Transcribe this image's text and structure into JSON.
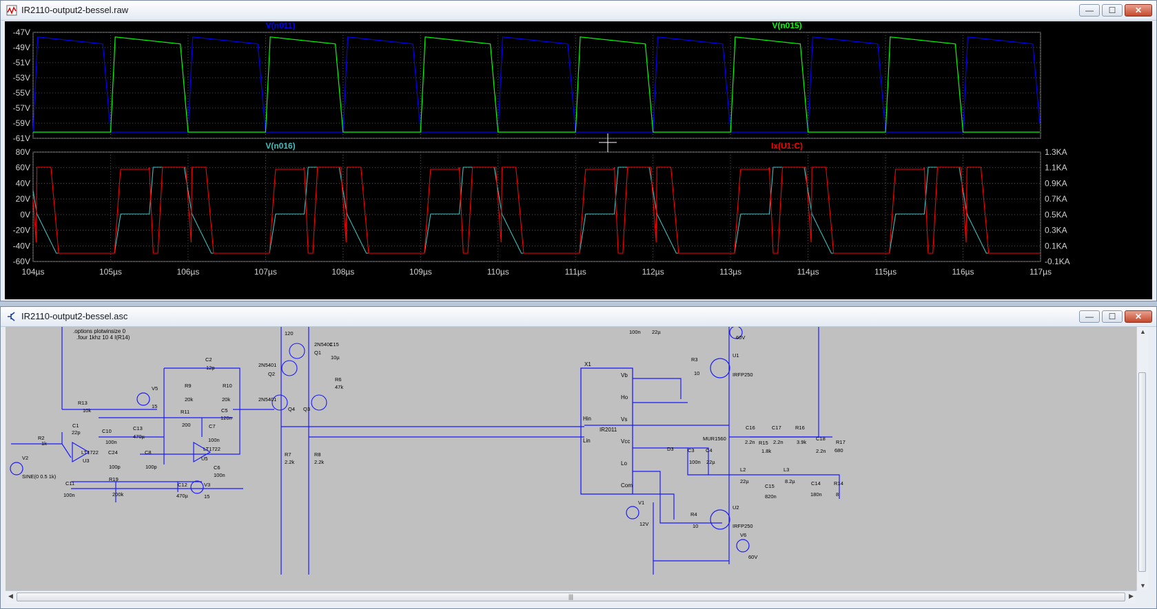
{
  "plot_window": {
    "title": "IR2110-output2-bessel.raw",
    "buttons": {
      "minimize": "—",
      "maximize": "☐",
      "close": "✕"
    },
    "top_pane": {
      "traces": [
        {
          "name": "V(n011)",
          "color": "#0000ff"
        },
        {
          "name": "V(n015)",
          "color": "#00ff00"
        }
      ],
      "y_ticks": [
        "-47V",
        "-49V",
        "-51V",
        "-53V",
        "-55V",
        "-57V",
        "-59V",
        "-61V"
      ]
    },
    "bottom_pane": {
      "traces": [
        {
          "name": "V(n016)",
          "color": "#3fbfbf"
        },
        {
          "name": "Ix(U1:C)",
          "color": "#ff0000"
        }
      ],
      "y_ticks_left": [
        "80V",
        "60V",
        "40V",
        "20V",
        "0V",
        "-20V",
        "-40V",
        "-60V"
      ],
      "y_ticks_right": [
        "1.3KA",
        "1.1KA",
        "0.9KA",
        "0.7KA",
        "0.5KA",
        "0.3KA",
        "0.1KA",
        "-0.1KA"
      ]
    },
    "x_ticks": [
      "104µs",
      "105µs",
      "106µs",
      "107µs",
      "108µs",
      "109µs",
      "110µs",
      "111µs",
      "112µs",
      "113µs",
      "114µs",
      "115µs",
      "116µs",
      "117µs"
    ]
  },
  "schematic_window": {
    "title": "IR2110-output2-bessel.asc",
    "buttons": {
      "minimize": "—",
      "maximize": "☐",
      "close": "✕"
    },
    "directives": [
      ".options plotwinsize 0",
      ".four 1khz 10 4 I(R14)"
    ],
    "ic": {
      "ref": "X1",
      "part": "IR2011",
      "pins_left": [
        "Hin",
        "Lin"
      ],
      "pins_right": [
        "Vb",
        "Ho",
        "Vs",
        "Vcc",
        "Lo",
        "Com"
      ]
    },
    "labels": [
      {
        "t": "R13"
      },
      {
        "t": "10k"
      },
      {
        "t": "C1"
      },
      {
        "t": "22p"
      },
      {
        "t": "R2"
      },
      {
        "t": "1k"
      },
      {
        "t": "V2"
      },
      {
        "t": "SINE(0 0.5 1k)"
      },
      {
        "t": "C11"
      },
      {
        "t": "100n"
      },
      {
        "t": "LT1722"
      },
      {
        "t": "U3"
      },
      {
        "t": "C10"
      },
      {
        "t": "100n"
      },
      {
        "t": "C13"
      },
      {
        "t": "470µ"
      },
      {
        "t": "C24"
      },
      {
        "t": "100p"
      },
      {
        "t": "C8"
      },
      {
        "t": "100p"
      },
      {
        "t": "R19"
      },
      {
        "t": "200k"
      },
      {
        "t": "C12"
      },
      {
        "t": "470µ"
      },
      {
        "t": "V5"
      },
      {
        "t": "15"
      },
      {
        "t": "R9"
      },
      {
        "t": "20k"
      },
      {
        "t": "R10"
      },
      {
        "t": "20k"
      },
      {
        "t": "C2"
      },
      {
        "t": "12p"
      },
      {
        "t": "R11"
      },
      {
        "t": "200"
      },
      {
        "t": "C7"
      },
      {
        "t": "100n"
      },
      {
        "t": "C5"
      },
      {
        "t": "120n"
      },
      {
        "t": "LT1722"
      },
      {
        "t": "U5"
      },
      {
        "t": "V3"
      },
      {
        "t": "15"
      },
      {
        "t": "C6"
      },
      {
        "t": "100n"
      },
      {
        "t": "120"
      },
      {
        "t": "2N5401"
      },
      {
        "t": "Q1"
      },
      {
        "t": "C15"
      },
      {
        "t": "10µ"
      },
      {
        "t": "2N5401"
      },
      {
        "t": "Q2"
      },
      {
        "t": "R6"
      },
      {
        "t": "47k"
      },
      {
        "t": "2N5401"
      },
      {
        "t": "Q4"
      },
      {
        "t": "Q3"
      },
      {
        "t": "R7"
      },
      {
        "t": "2.2k"
      },
      {
        "t": "R8"
      },
      {
        "t": "2.2k"
      },
      {
        "t": "100n"
      },
      {
        "t": "22µ"
      },
      {
        "t": "R3"
      },
      {
        "t": "10"
      },
      {
        "t": "U1"
      },
      {
        "t": "IRFP250"
      },
      {
        "t": "60V"
      },
      {
        "t": "MUR1560"
      },
      {
        "t": "D3"
      },
      {
        "t": "C3"
      },
      {
        "t": "100n"
      },
      {
        "t": "C4"
      },
      {
        "t": "22µ"
      },
      {
        "t": "V1"
      },
      {
        "t": "12V"
      },
      {
        "t": "R4"
      },
      {
        "t": "10"
      },
      {
        "t": "U2"
      },
      {
        "t": "IRFP250"
      },
      {
        "t": "V6"
      },
      {
        "t": "60V"
      },
      {
        "t": "C16"
      },
      {
        "t": "2.2n"
      },
      {
        "t": "C17"
      },
      {
        "t": "2.2n"
      },
      {
        "t": "R16"
      },
      {
        "t": "3.9k"
      },
      {
        "t": "C18"
      },
      {
        "t": "2.2n"
      },
      {
        "t": "R17"
      },
      {
        "t": "680"
      },
      {
        "t": "R15"
      },
      {
        "t": "1.8k"
      },
      {
        "t": "L2"
      },
      {
        "t": "22µ"
      },
      {
        "t": "L3"
      },
      {
        "t": "8.2µ"
      },
      {
        "t": "C15"
      },
      {
        "t": "820n"
      },
      {
        "t": "C14"
      },
      {
        "t": "180n"
      },
      {
        "t": "R14"
      },
      {
        "t": "8"
      }
    ],
    "hscroll_grip": "|||"
  }
}
